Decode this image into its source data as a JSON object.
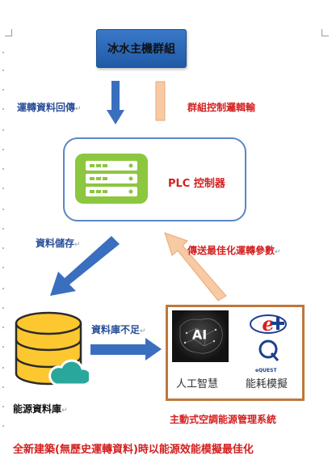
{
  "diagram": {
    "nodes": {
      "chiller_group": "冰水主機群組",
      "plc": "PLC 控制器",
      "database": "能源資料庫",
      "ai_caption": "人工智慧",
      "ai_text": "AI",
      "energy_caption": "能耗模擬",
      "equest_text": "eQUEST"
    },
    "edges": {
      "data_return": "運轉資料回傳",
      "group_logic": "群組控制邏輯輸",
      "data_store": "資料儲存",
      "optimal_params": "傳送最佳化運轉參數",
      "db_insufficient": "資料庫不足"
    },
    "system_label": "主動式空調能源管理系統",
    "bottom_title": "全新建築(無歷史運轉資料)時以能源效能模擬最佳化",
    "return_mark": "↵"
  },
  "colors": {
    "chiller_blue": "#2b6cbf",
    "plc_border": "#5b86c6",
    "plc_green": "#8dc63f",
    "arrow_blue": "#3a6fc0",
    "arrow_peach": "#f7caa4",
    "db_yellow": "#fdc82f",
    "cloud_teal": "#2aa79c",
    "ai_border": "#c0773c",
    "red_text": "#d42020",
    "blue_text": "#2a4f9a"
  }
}
